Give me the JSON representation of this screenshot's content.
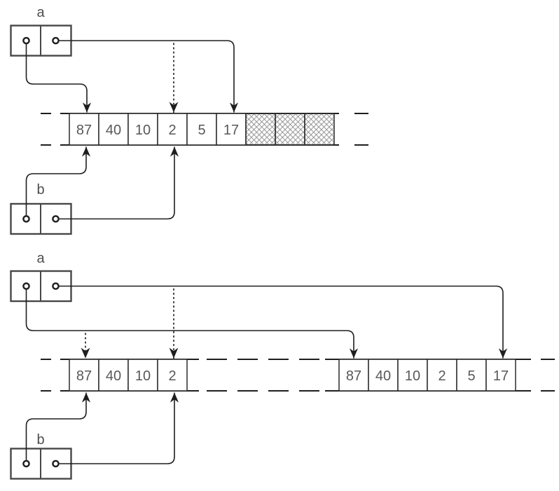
{
  "figure": {
    "panels": {
      "top": {
        "pointer_a_label": "a",
        "pointer_b_label": "b",
        "array": {
          "values": [
            "87",
            "40",
            "10",
            "2",
            "5",
            "17"
          ],
          "hatched_cell_count": 3
        }
      },
      "bottom": {
        "pointer_a_label": "a",
        "pointer_b_label": "b",
        "old_array": {
          "values": [
            "87",
            "40",
            "10",
            "2"
          ]
        },
        "new_array": {
          "values": [
            "87",
            "40",
            "10",
            "2",
            "5",
            "17"
          ]
        }
      }
    },
    "colors": {
      "line": "#1e1e1e",
      "box_border": "#474747",
      "value_text": "#58585a",
      "label_text": "#4e4e4e",
      "hatch_line": "#8a8a8a",
      "background": "#ffffff"
    }
  }
}
